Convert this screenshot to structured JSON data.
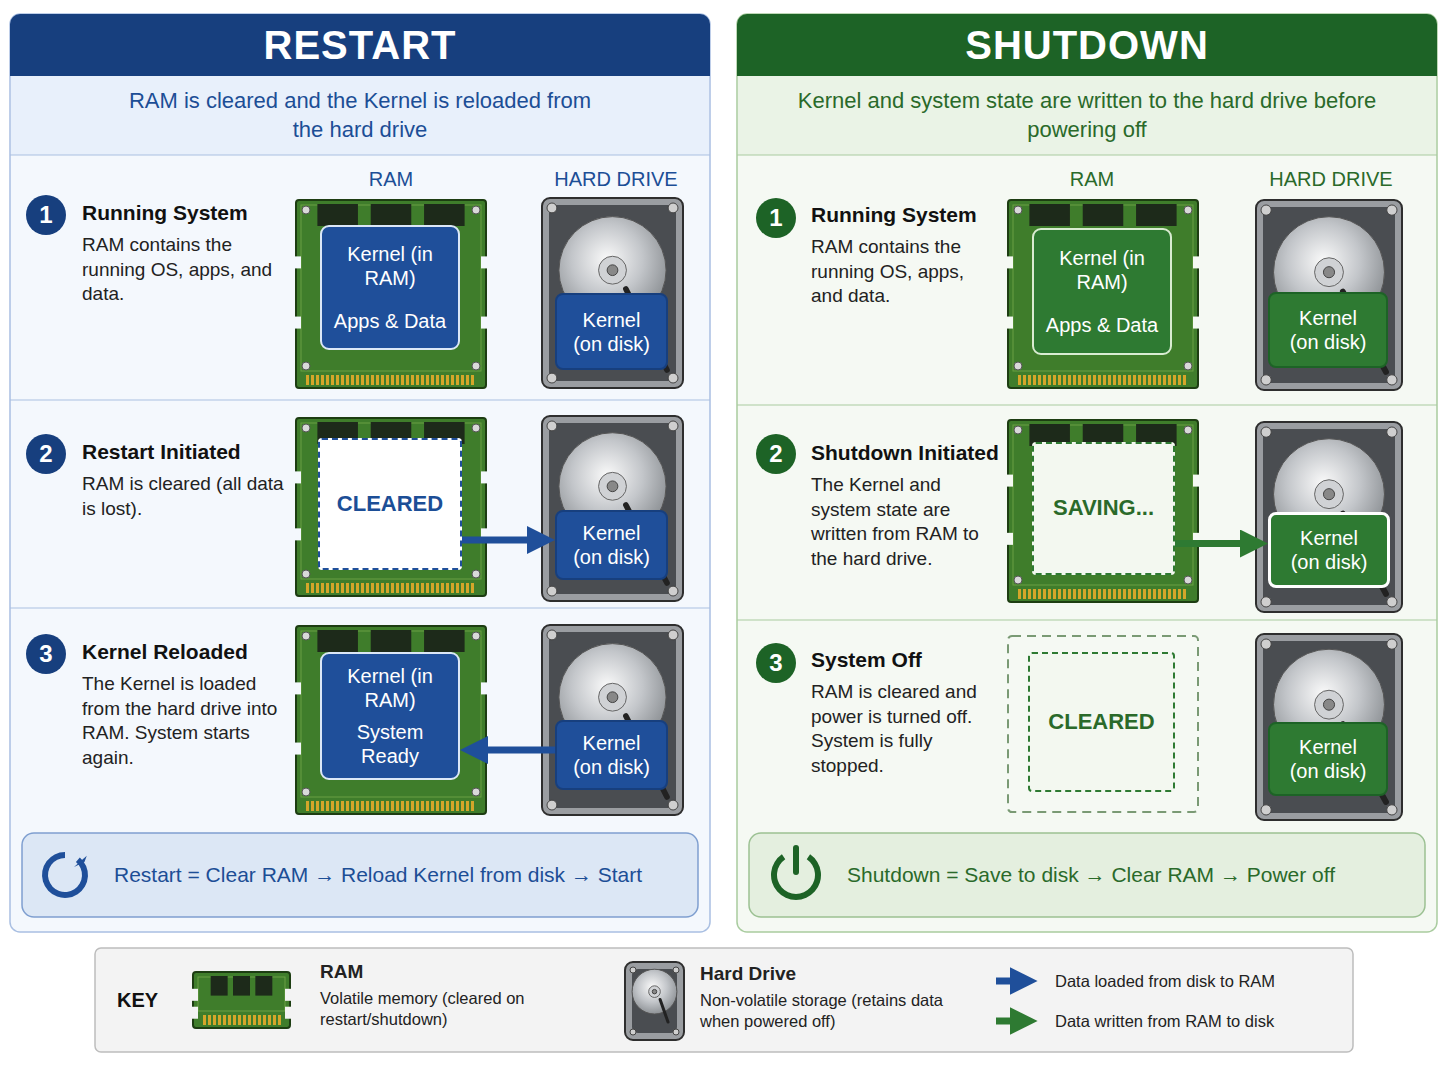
{
  "diagram": {
    "nodes": [
      {
        "text": [
          "RESTART",
          "RAM is cleared and the Kernel is reloaded from the hard drive"
        ]
      },
      {
        "text": [
          "Running System",
          "RAM contains the running OS, apps, and data."
        ],
        "in": 0
      },
      {
        "text": [
          "1"
        ],
        "in": 1
      },
      {
        "text": [
          "Kernel (in RAM)",
          "Apps & Data"
        ],
        "in": 1
      },
      {
        "text": [
          "Kernel (on disk)"
        ],
        "in": 1
      },
      {
        "text": [
          "Restart Initiated",
          "RAM is cleared (all data is lost)."
        ],
        "in": 0
      },
      {
        "text": [
          "2"
        ],
        "in": 5
      },
      {
        "text": [
          "CLEARED"
        ],
        "in": 5
      },
      {
        "text": [
          "Kernel (on disk)"
        ],
        "in": 5
      },
      {
        "text": [
          "Kernel Reloaded",
          "The Kernel is loaded from the hard drive into RAM. System starts again."
        ],
        "in": 0
      },
      {
        "text": [
          "3"
        ],
        "in": 9
      },
      {
        "text": [
          "Kernel (in RAM)",
          "System Ready"
        ],
        "in": 9
      },
      {
        "text": [
          "Kernel (on disk)"
        ],
        "in": 9
      },
      {
        "text": [
          "Restart = Clear RAM → Reload Kernel from disk → Start"
        ],
        "in": 0
      },
      {
        "text": [
          "SHUTDOWN",
          "Kernel and system state are written to the hard drive before powering off"
        ]
      },
      {
        "text": [
          "Running System",
          "RAM contains the running OS, apps, and data."
        ],
        "in": 14
      },
      {
        "text": [
          "1"
        ],
        "in": 15
      },
      {
        "text": [
          "Kernel (in RAM)",
          "Apps & Data"
        ],
        "in": 15
      },
      {
        "text": [
          "Kernel (on disk)"
        ],
        "in": 15
      },
      {
        "text": [
          "Shutdown Initiated",
          "The Kernel and system state are written from RAM to the hard drive."
        ],
        "in": 14
      },
      {
        "text": [
          "2"
        ],
        "in": 19
      },
      {
        "text": [
          "SAVING..."
        ],
        "in": 19
      },
      {
        "text": [
          "Kernel (on disk)"
        ],
        "in": 19
      },
      {
        "text": [
          "System Off",
          "RAM is cleared and power is turned off. System is fully stopped."
        ],
        "in": 14
      },
      {
        "text": [
          "3"
        ],
        "in": 23
      },
      {
        "text": [
          "CLEARED"
        ],
        "in": 23
      },
      {
        "text": [
          "Kernel (on disk)"
        ],
        "in": 23
      },
      {
        "text": [
          "Shutdown = Save to disk → Clear RAM → Power off"
        ],
        "in": 14
      },
      {
        "text": [
          "KEY"
        ]
      }
    ],
    "edges": [
      {
        "from": 7,
        "to": 8,
        "arrow": "to"
      },
      {
        "from": 12,
        "to": 11,
        "arrow": "to"
      },
      {
        "from": 21,
        "to": 22,
        "arrow": "to"
      }
    ],
    "labels": [
      "RAM",
      "HARD DRIVE",
      "RAM",
      "HARD DRIVE"
    ],
    "legend": [
      {
        "text": "RAM"
      },
      {
        "text": "Volatile memory (cleared on restart/shutdown)"
      },
      {
        "text": "Hard Drive"
      },
      {
        "text": "Non-volatile storage (retains data when powered off)"
      },
      {
        "text": "Data loaded from disk to RAM"
      },
      {
        "text": "Data written from RAM to disk"
      }
    ]
  }
}
